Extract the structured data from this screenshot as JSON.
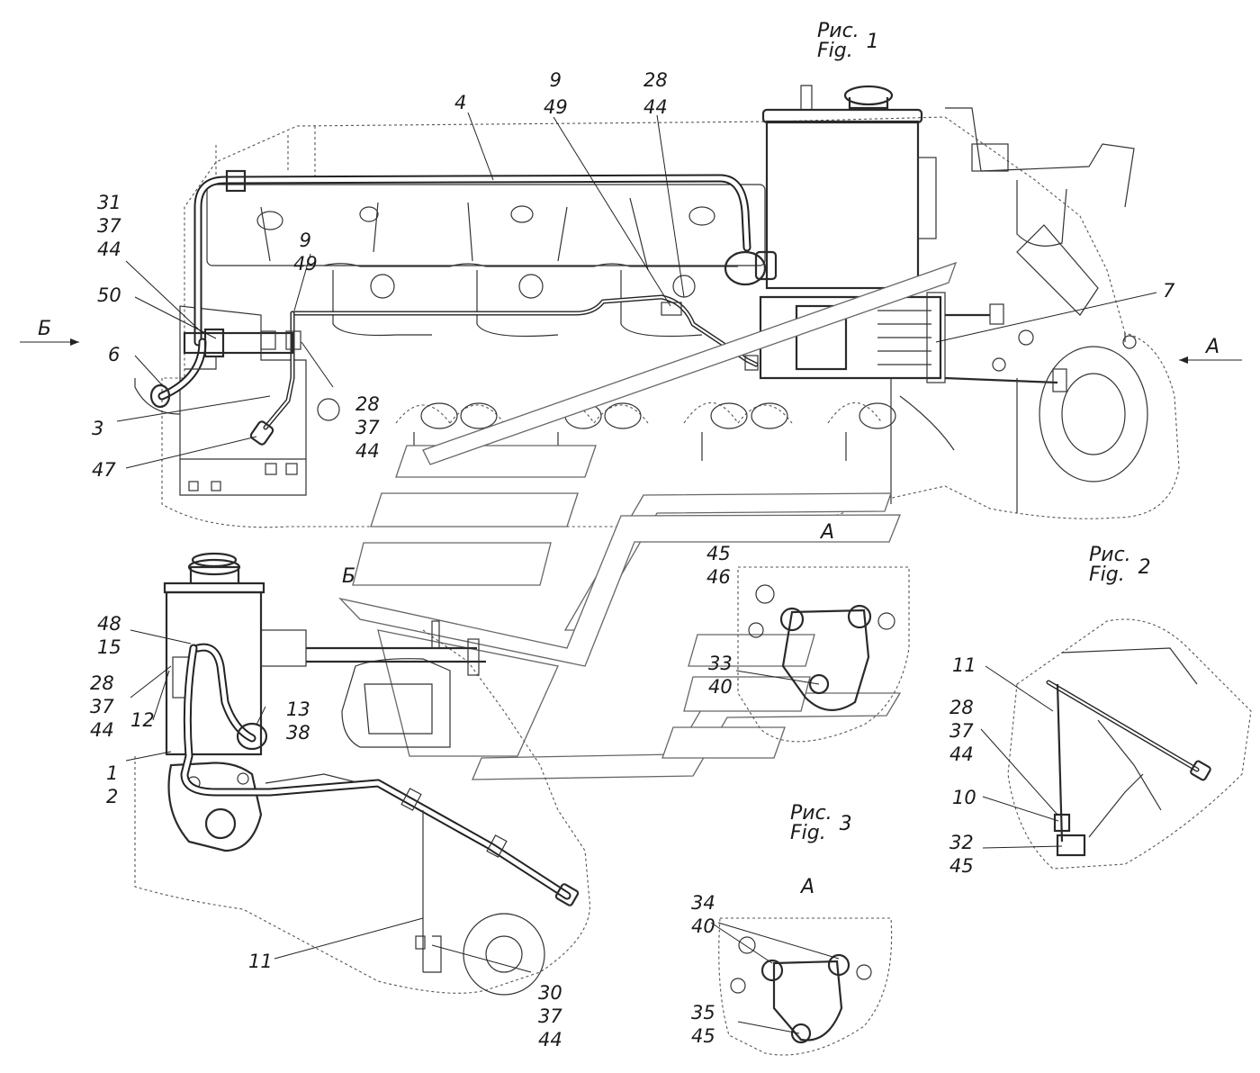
{
  "figures": {
    "fig1": {
      "ru": "Рис.",
      "num": "1",
      "en": "Fig."
    },
    "fig2": {
      "ru": "Рис.",
      "num": "2",
      "en": "Fig."
    },
    "fig3": {
      "ru": "Рис.",
      "num": "3",
      "en": "Fig."
    }
  },
  "views": {
    "view_b_arrow": "Б",
    "view_a_arrow": "А",
    "view_b_watermark": "Б",
    "view_a_fig1_detail": "А",
    "view_a_fig3_detail": "А"
  },
  "callouts": {
    "c_31_37_44": [
      "31",
      "37",
      "44"
    ],
    "c_50": "50",
    "c_6": "6",
    "c_3": "3",
    "c_47": "47",
    "c_9_49_left": [
      "9",
      "49"
    ],
    "c_28_37_44_mid": [
      "28",
      "37",
      "44"
    ],
    "c_4": "4",
    "c_9_49_top": [
      "9",
      "49"
    ],
    "c_28_44_top": [
      "28",
      "44"
    ],
    "c_7": "7",
    "c_48_15": [
      "48",
      "15"
    ],
    "c_28_37_44_low": [
      "28",
      "37",
      "44"
    ],
    "c_12": "12",
    "c_1_2": [
      "1",
      "2"
    ],
    "c_13_38": [
      "13",
      "38"
    ],
    "c_11_low": "11",
    "c_30_37_44": [
      "30",
      "37",
      "44"
    ],
    "c_45_46": [
      "45",
      "46"
    ],
    "c_33_40": [
      "33",
      "40"
    ],
    "c_11_fig2": "11",
    "c_28_37_44_fig2": [
      "28",
      "37",
      "44"
    ],
    "c_10": "10",
    "c_32_45": [
      "32",
      "45"
    ],
    "c_34_40": [
      "34",
      "40"
    ],
    "c_35_45": [
      "35",
      "45"
    ]
  }
}
